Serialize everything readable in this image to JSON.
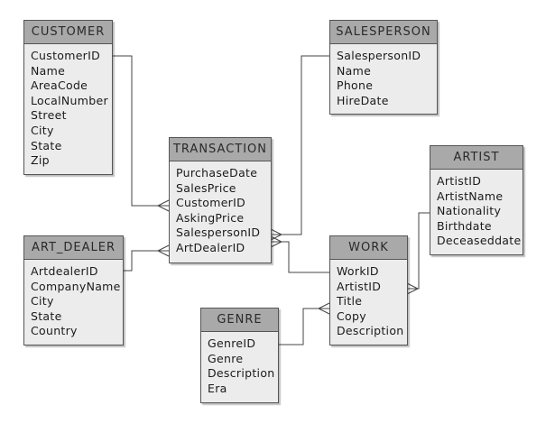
{
  "entities": {
    "customer": {
      "title": "CUSTOMER",
      "attributes": [
        "CustomerID",
        "Name",
        "AreaCode",
        "LocalNumber",
        "Street",
        "City",
        "State",
        "Zip"
      ]
    },
    "salesperson": {
      "title": "SALESPERSON",
      "attributes": [
        "SalespersonID",
        "Name",
        "Phone",
        "HireDate"
      ]
    },
    "transaction": {
      "title": "TRANSACTION",
      "attributes": [
        "PurchaseDate",
        "SalesPrice",
        "CustomerID",
        "AskingPrice",
        "SalespersonID",
        "ArtDealerID"
      ]
    },
    "artist": {
      "title": "ARTIST",
      "attributes": [
        "ArtistID",
        "ArtistName",
        "Nationality",
        "Birthdate",
        "Deceaseddate"
      ]
    },
    "art_dealer": {
      "title": "ART_DEALER",
      "attributes": [
        "ArtdealerID",
        "CompanyName",
        "City",
        "State",
        "Country"
      ]
    },
    "work": {
      "title": "WORK",
      "attributes": [
        "WorkID",
        "ArtistID",
        "Title",
        "Copy",
        "Description"
      ]
    },
    "genre": {
      "title": "GENRE",
      "attributes": [
        "GenreID",
        "Genre",
        "Description",
        "Era"
      ]
    }
  },
  "colors": {
    "header": "#a9a9a9",
    "body": "#ececec",
    "border": "#555555",
    "line": "#444444"
  }
}
